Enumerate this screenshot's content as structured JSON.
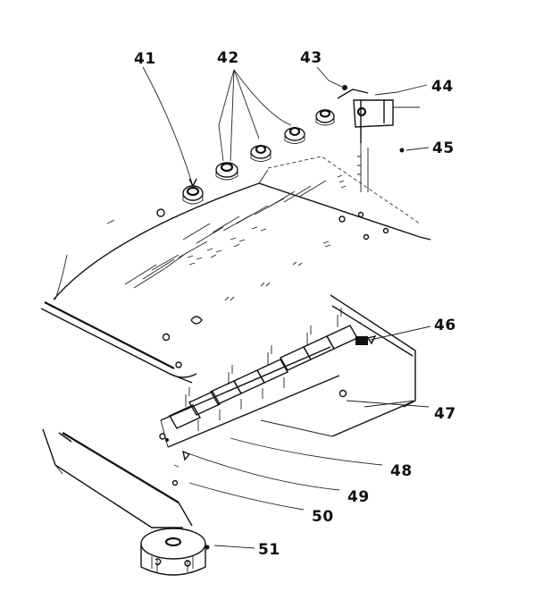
{
  "diagram": {
    "callouts": [
      {
        "id": "c41",
        "label": "41"
      },
      {
        "id": "c42",
        "label": "42"
      },
      {
        "id": "c43",
        "label": "43"
      },
      {
        "id": "c44",
        "label": "44"
      },
      {
        "id": "c45",
        "label": "45"
      },
      {
        "id": "c46",
        "label": "46"
      },
      {
        "id": "c47",
        "label": "47"
      },
      {
        "id": "c48",
        "label": "48"
      },
      {
        "id": "c49",
        "label": "49"
      },
      {
        "id": "c50",
        "label": "50"
      },
      {
        "id": "c51",
        "label": "51"
      }
    ]
  }
}
